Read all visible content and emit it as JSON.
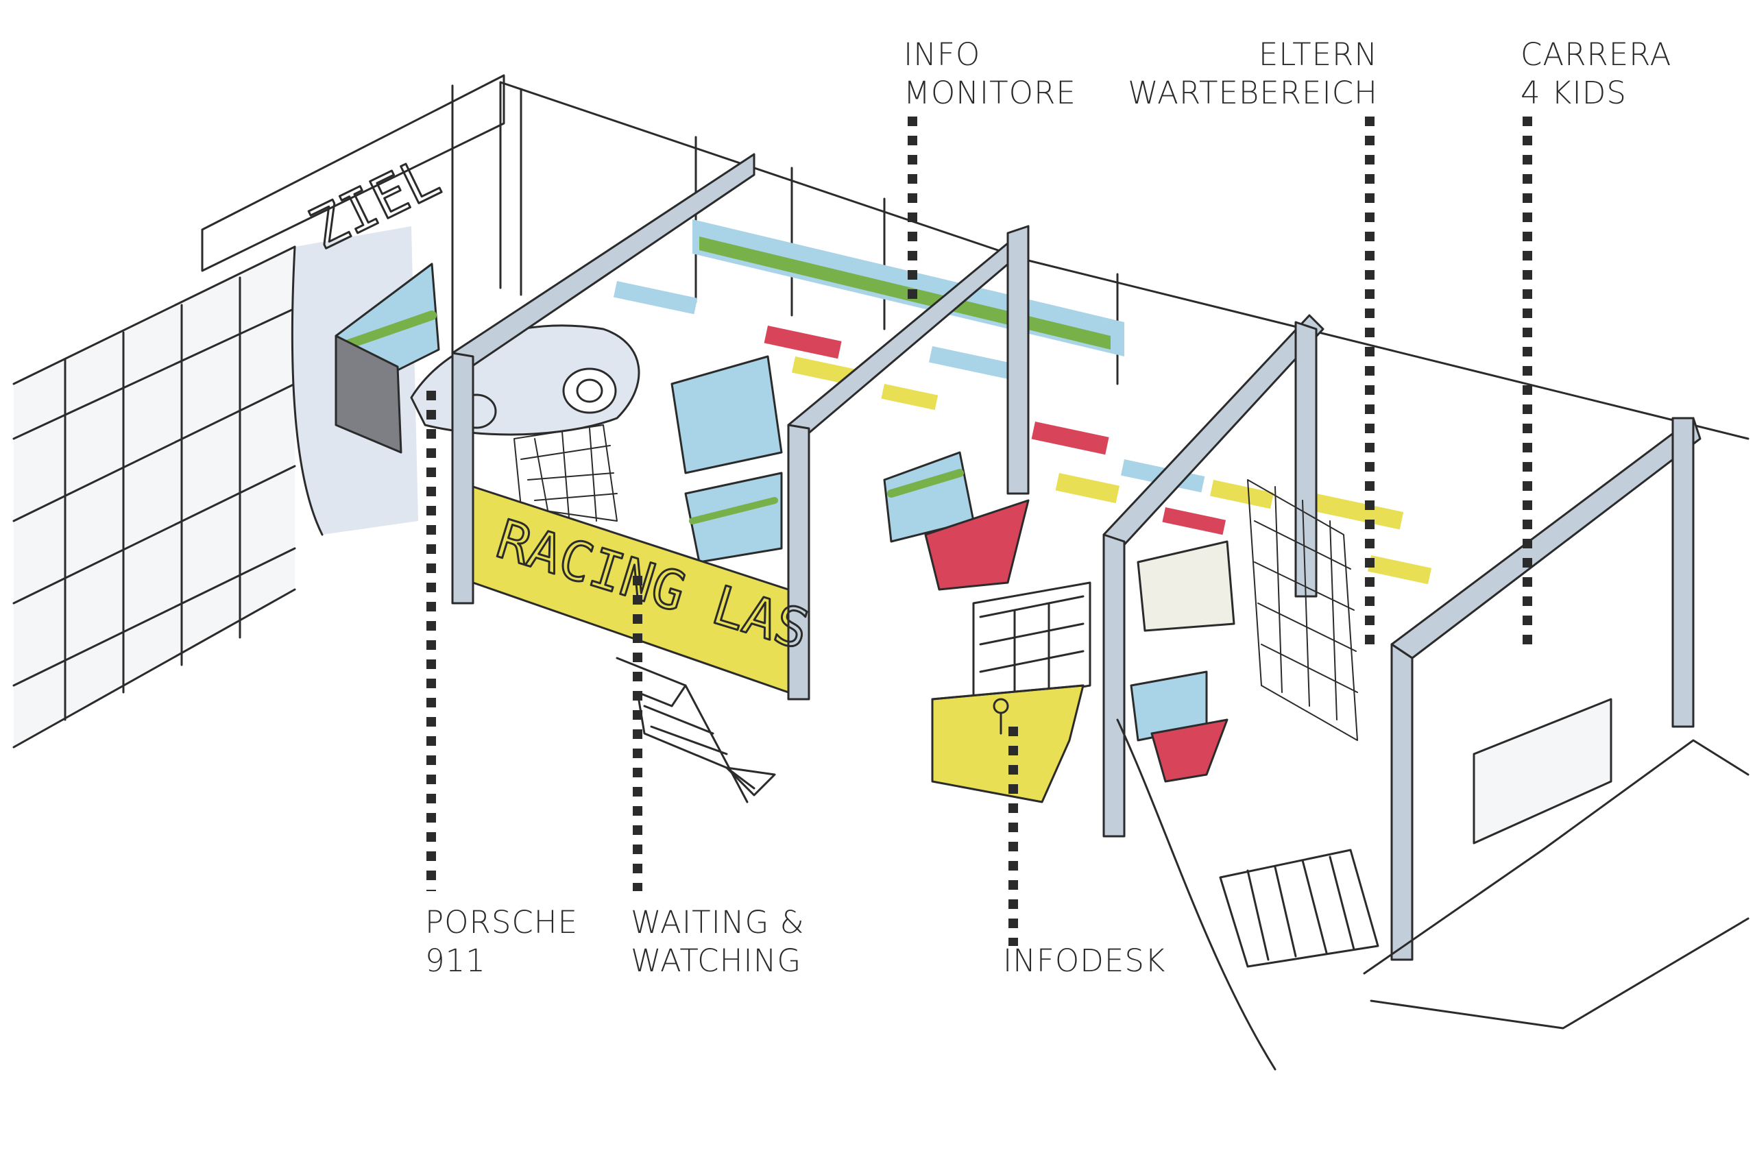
{
  "sign_text": "RACING LAS",
  "finish_text": "ZIEL",
  "labels": {
    "info_monitore": {
      "line1": "INFO",
      "line2": "MONITORE"
    },
    "eltern_wartebereich": {
      "line1": "ELTERN",
      "line2": "WARTEBEREICH"
    },
    "carrera_kids": {
      "line1": "CARRERA",
      "line2": "4 KIDS"
    },
    "porsche_911": {
      "line1": "PORSCHE",
      "line2": "911"
    },
    "waiting_watching": {
      "line1": "WAITING &",
      "line2": "WATCHING"
    },
    "infodesk": {
      "line1": "INFODESK"
    }
  },
  "colors": {
    "yellow": "#e8df55",
    "green": "#78b04a",
    "red": "#d8455a",
    "blue": "#a9d3e6",
    "grey_blue": "#c3cedb",
    "ink": "#2b2b2b"
  }
}
